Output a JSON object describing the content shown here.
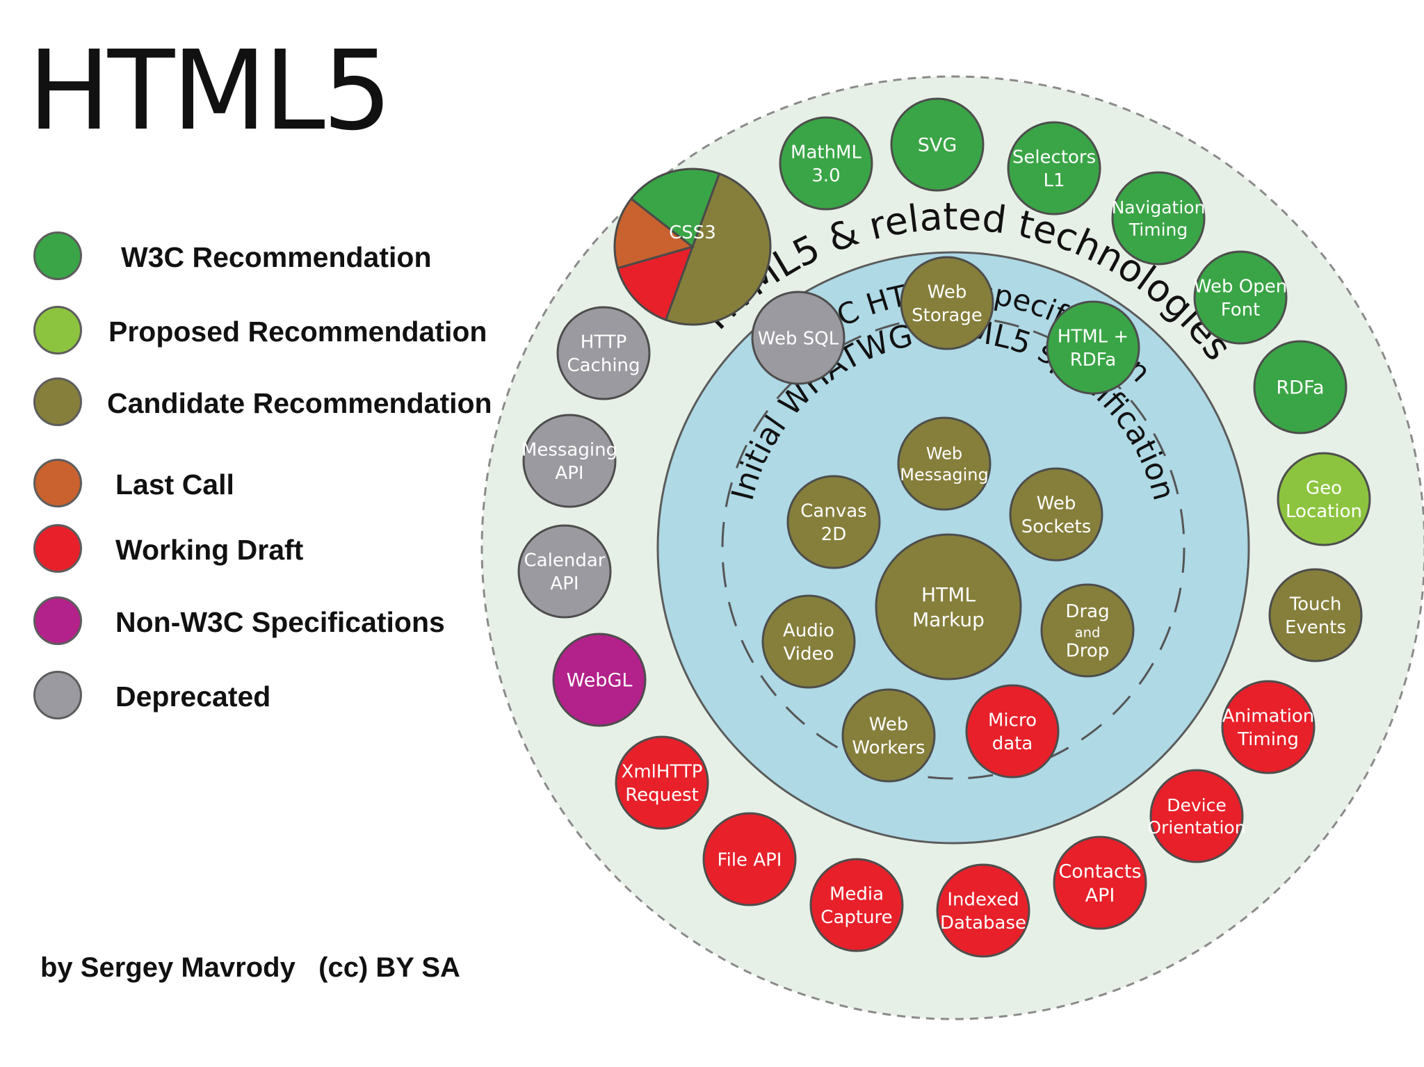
{
  "title": "HTML5",
  "credit": "by Sergey Mavrody   (cc) BY SA",
  "colors": {
    "w3c_recommendation": "#3aa546",
    "proposed_recommendation": "#8dc43f",
    "candidate_recommendation": "#857f3b",
    "last_call": "#c9622f",
    "working_draft": "#e8202a",
    "non_w3c": "#b3218a",
    "deprecated": "#9b9aa0",
    "outer_ring": "#e7f0e6",
    "inner_disc": "#aed9e5"
  },
  "legend": [
    {
      "label": "W3C Recommendation",
      "status": "w3c_recommendation"
    },
    {
      "label": "Proposed Recommendation",
      "status": "proposed_recommendation"
    },
    {
      "label": "Candidate Recommendation",
      "status": "candidate_recommendation"
    },
    {
      "label": "Last Call",
      "status": "last_call"
    },
    {
      "label": "Working Draft",
      "status": "working_draft"
    },
    {
      "label": "Non-W3C Specifications",
      "status": "non_w3c"
    },
    {
      "label": "Deprecated",
      "status": "deprecated"
    }
  ],
  "rings": {
    "outer": "HTML5 & related technologies",
    "middle": "W3C HTML5 specification",
    "inner": "Initial WHATWG HTML5 specification"
  },
  "nodes": [
    {
      "lines": [
        "MathML",
        "3.0"
      ],
      "status": "w3c_recommendation"
    },
    {
      "lines": [
        "SVG"
      ],
      "status": "w3c_recommendation"
    },
    {
      "lines": [
        "Selectors",
        "L1"
      ],
      "status": "w3c_recommendation"
    },
    {
      "lines": [
        "Navigation",
        "Timing"
      ],
      "status": "w3c_recommendation"
    },
    {
      "lines": [
        "Web Open",
        "Font"
      ],
      "status": "w3c_recommendation"
    },
    {
      "lines": [
        "RDFa"
      ],
      "status": "w3c_recommendation"
    },
    {
      "lines": [
        "Geo",
        "Location"
      ],
      "status": "proposed_recommendation"
    },
    {
      "lines": [
        "Touch",
        "Events"
      ],
      "status": "candidate_recommendation"
    },
    {
      "lines": [
        "Animation",
        "Timing"
      ],
      "status": "working_draft"
    },
    {
      "lines": [
        "Device",
        "Orientation"
      ],
      "status": "working_draft"
    },
    {
      "lines": [
        "Contacts",
        "API"
      ],
      "status": "working_draft"
    },
    {
      "lines": [
        "Indexed",
        "Database"
      ],
      "status": "working_draft"
    },
    {
      "lines": [
        "Media",
        "Capture"
      ],
      "status": "working_draft"
    },
    {
      "lines": [
        "File API"
      ],
      "status": "working_draft"
    },
    {
      "lines": [
        "XmlHTTP",
        "Request"
      ],
      "status": "working_draft"
    },
    {
      "lines": [
        "WebGL"
      ],
      "status": "non_w3c"
    },
    {
      "lines": [
        "Calendar",
        "API"
      ],
      "status": "deprecated"
    },
    {
      "lines": [
        "Messaging",
        "API"
      ],
      "status": "deprecated"
    },
    {
      "lines": [
        "HTTP",
        "Caching"
      ],
      "status": "deprecated"
    },
    {
      "lines": [
        "Web SQL"
      ],
      "status": "deprecated"
    },
    {
      "lines": [
        "Web",
        "Storage"
      ],
      "status": "candidate_recommendation"
    },
    {
      "lines": [
        "HTML +",
        "RDFa"
      ],
      "status": "w3c_recommendation"
    },
    {
      "lines": [
        "Web",
        "Messaging"
      ],
      "status": "candidate_recommendation"
    },
    {
      "lines": [
        "Canvas",
        "2D"
      ],
      "status": "candidate_recommendation"
    },
    {
      "lines": [
        "Web",
        "Sockets"
      ],
      "status": "candidate_recommendation"
    },
    {
      "lines": [
        "HTML",
        "Markup"
      ],
      "status": "candidate_recommendation"
    },
    {
      "lines": [
        "Audio",
        "Video"
      ],
      "status": "candidate_recommendation"
    },
    {
      "lines": [
        "Drag",
        "and",
        "Drop"
      ],
      "status": "candidate_recommendation"
    },
    {
      "lines": [
        "Web",
        "Workers"
      ],
      "status": "candidate_recommendation"
    },
    {
      "lines": [
        "Micro",
        "data"
      ],
      "status": "working_draft"
    }
  ],
  "css3": {
    "label": "CSS3",
    "segments": [
      {
        "status": "candidate_recommendation",
        "share": 0.5
      },
      {
        "status": "working_draft",
        "share": 0.15
      },
      {
        "status": "last_call",
        "share": 0.15
      },
      {
        "status": "w3c_recommendation",
        "share": 0.2
      }
    ]
  }
}
